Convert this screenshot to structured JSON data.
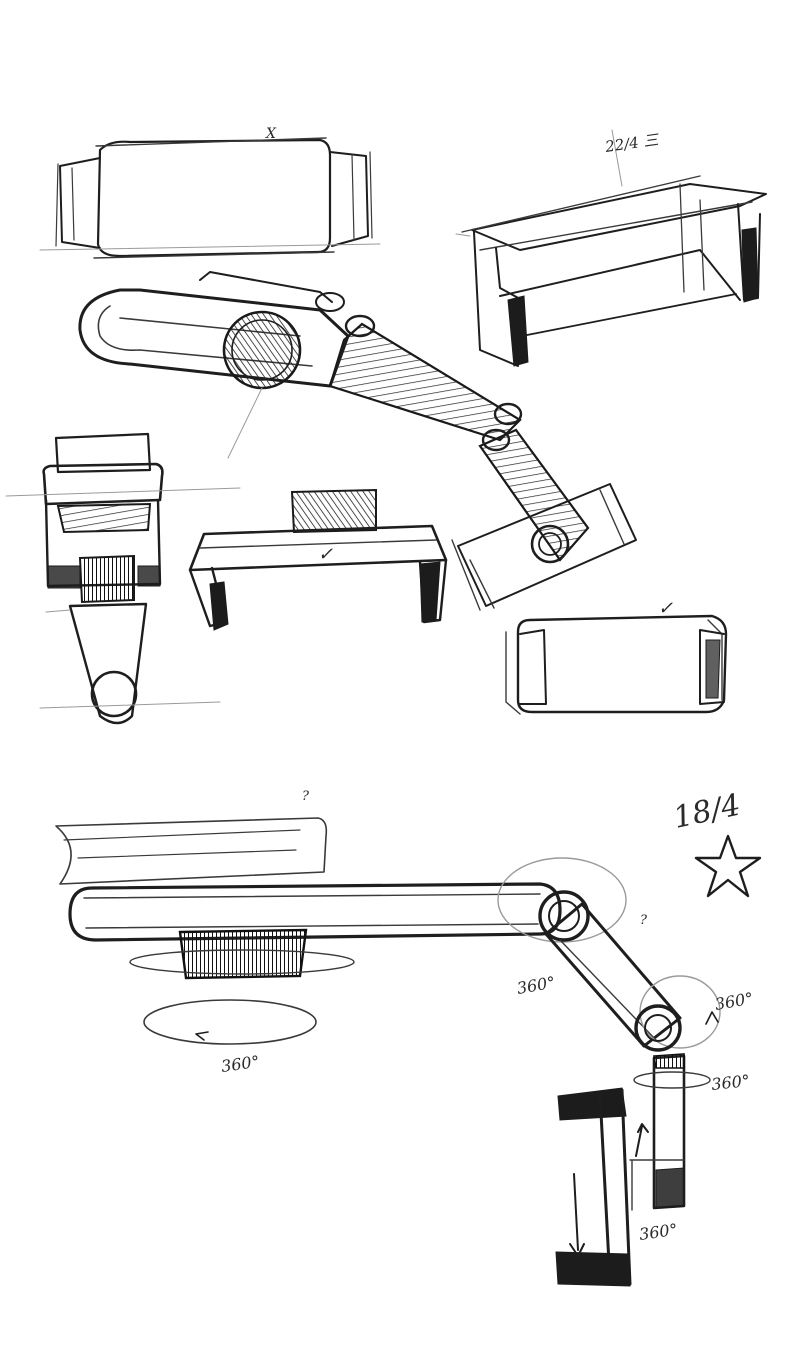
{
  "annotations": {
    "date_top": "22/4 三",
    "date_bottom": "18/4",
    "rotation_base": "360°",
    "rotation_joint1": "360°",
    "rotation_joint2": "360°",
    "rotation_wrist": "360°",
    "rotation_clamp": "360°",
    "mark_x": "X",
    "mark_q1": "?",
    "mark_q2": "?"
  },
  "colors": {
    "ink": "#1e1e1e",
    "paper": "#ffffff"
  },
  "icons": {
    "star": "star-icon",
    "check": "check-icon"
  }
}
